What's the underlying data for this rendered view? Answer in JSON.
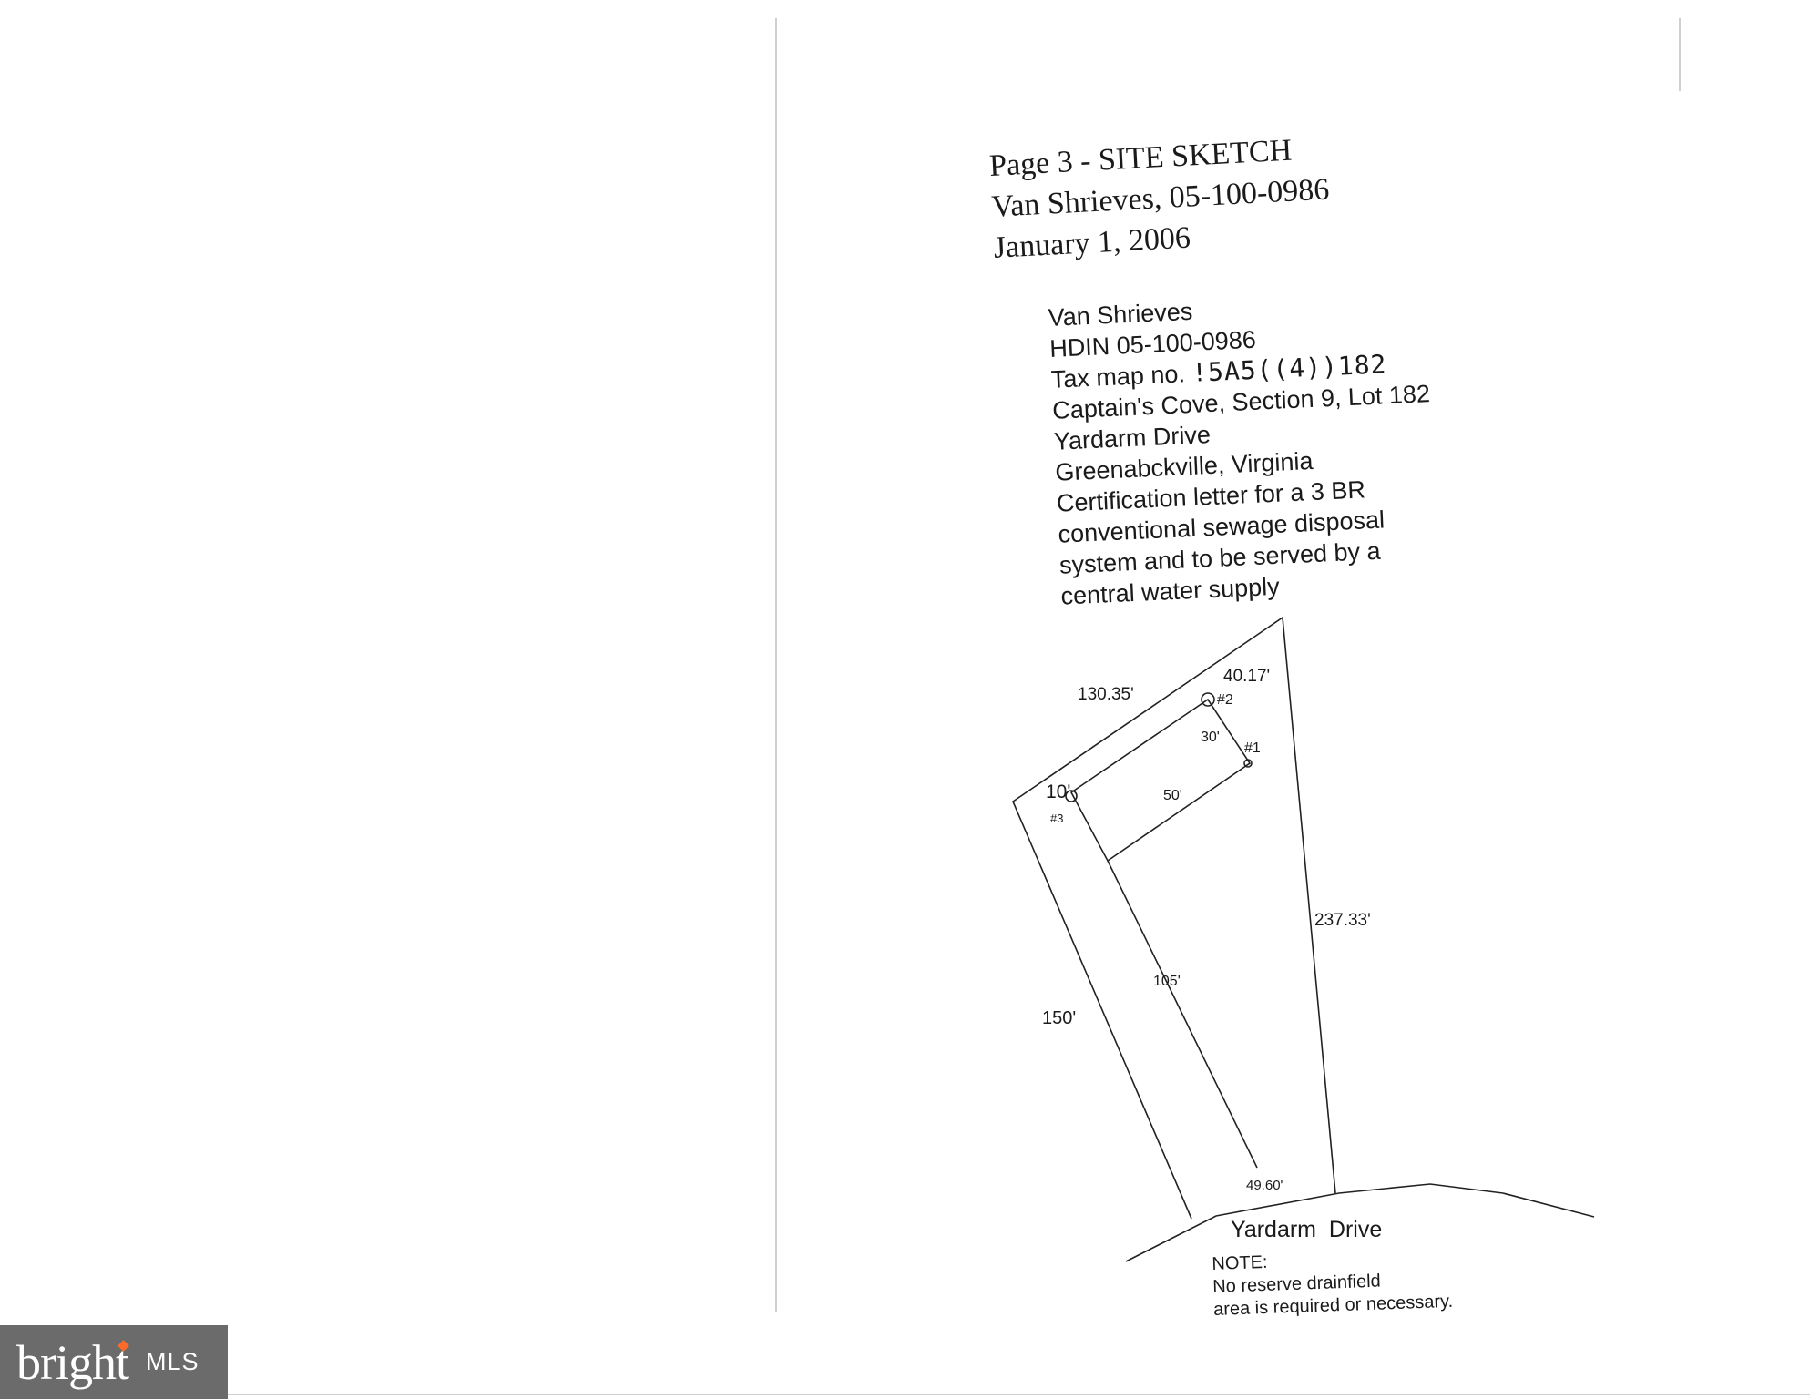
{
  "header": {
    "line1": "Page 3 - SITE SKETCH",
    "line2": "Van Shrieves, 05-100-0986",
    "line3": "January 1, 2006"
  },
  "info": {
    "owner": "Van Shrieves",
    "hdin": "HDIN 05-100-0986",
    "tax_map_label": "Tax map no.",
    "tax_map_value": "!5A5((4))182",
    "subdivision": "Captain's Cove, Section 9, Lot 182",
    "street": "Yardarm Drive",
    "town": "Greenabckville, Virginia",
    "description": [
      "Certification letter for a 3 BR",
      "conventional sewage disposal",
      "system and to be served by a",
      "central water supply"
    ]
  },
  "sketch": {
    "dimensions": {
      "northwest_side": "130.35'",
      "north_side": "40.17'",
      "east_side": "237.33'",
      "west_side": "150'",
      "road_frontage": "49.60'",
      "drainfield_width": "30'",
      "drainfield_length": "50'",
      "setback": "10'",
      "drainfield_to_road": "105'"
    },
    "points": [
      "#1",
      "#2",
      "#3"
    ],
    "road_label": "Yardarm  Drive"
  },
  "note": {
    "title": "NOTE:",
    "line1": "No reserve drainfield",
    "line2": "area is required or necessary."
  },
  "logo": {
    "wordmark": "bright",
    "suffix": "MLS",
    "accent_color": "#ff6a2a",
    "background_color": "#6b6b6b"
  }
}
